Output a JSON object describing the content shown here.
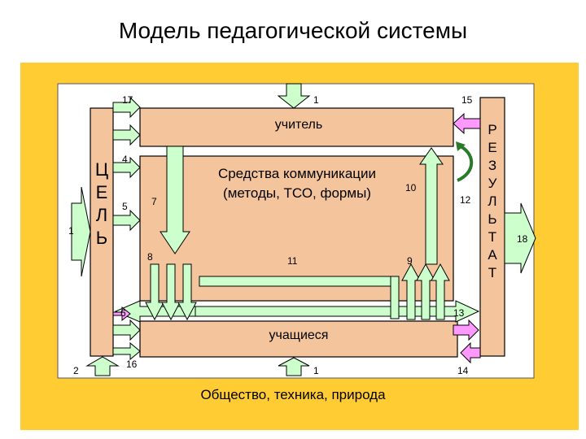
{
  "title": "Модель педагогической системы",
  "boxes": {
    "teacher": "учитель",
    "means_line1": "Средства коммуникации",
    "means_line2": "(методы, ТСО, формы)",
    "students": "учащиеся",
    "environment": "Общество, техника, природа",
    "goal": [
      "Ц",
      "Е",
      "Л",
      "Ь"
    ],
    "result": [
      "Р",
      "Е",
      "З",
      "У",
      "Л",
      "Ь",
      "Т",
      "А",
      "Т"
    ]
  },
  "numbers": {
    "n1_left": "1",
    "n1_top": "1",
    "n1_bottom": "1",
    "n2": "2",
    "n4": "4",
    "n5": "5",
    "n6": "6",
    "n7": "7",
    "n8": "8",
    "n9": "9",
    "n10": "10",
    "n11": "11",
    "n12": "12",
    "n13": "13",
    "n14": "14",
    "n15": "15",
    "n16": "16",
    "n17": "17",
    "n18": "18"
  },
  "colors": {
    "frame": "#FFCC33",
    "box_fill": "#F4C49C",
    "arrow_green": "#CCFFCC",
    "arrow_pink": "#FF99FF"
  }
}
